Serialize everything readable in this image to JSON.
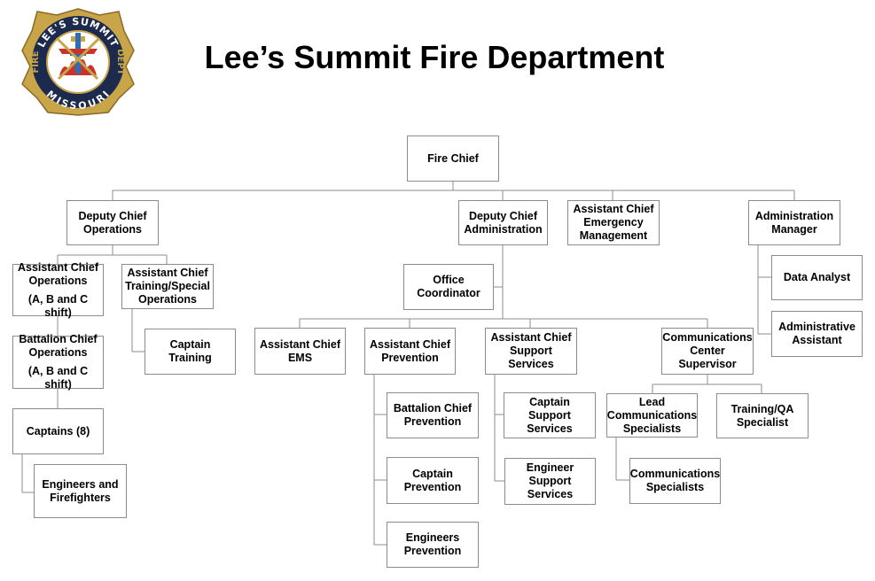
{
  "title": "Lee’s Summit Fire Department",
  "logo": {
    "top_text": "LEE'S SUMMIT",
    "bottom_text": "MISSOURI",
    "left_text": "FIRE",
    "right_text": "DEPT",
    "colors": {
      "navy": "#1c2a4d",
      "gold": "#c9a54a",
      "red": "#c8342b",
      "blue": "#2c6fb7"
    }
  },
  "colors": {
    "line": "#8c8c8c",
    "border": "#8c8c8c"
  },
  "org": {
    "fire_chief": [
      "Fire Chief"
    ],
    "deputy_ops": [
      "Deputy Chief",
      "Operations"
    ],
    "deputy_admin": [
      "Deputy Chief",
      "Administration"
    ],
    "ac_emergency": [
      "Assistant Chief",
      "Emergency",
      "Management"
    ],
    "admin_manager": [
      "Administration",
      "Manager"
    ],
    "ac_ops": {
      "lines": [
        "Assistant Chief",
        "Operations"
      ],
      "sub": "(A, B and C shift)"
    },
    "ac_training": [
      "Assistant Chief",
      "Training/Special",
      "Operations"
    ],
    "bc_ops": {
      "lines": [
        "Battalion Chief",
        "Operations"
      ],
      "sub": "(A, B and C shift)"
    },
    "captain_training": [
      "Captain",
      "Training"
    ],
    "captains": [
      "Captains (8)"
    ],
    "engineers_ff": [
      "Engineers and",
      "Firefighters"
    ],
    "office_coord": [
      "Office",
      "Coordinator"
    ],
    "ac_ems": [
      "Assistant Chief",
      "EMS"
    ],
    "ac_prevention": [
      "Assistant Chief",
      "Prevention"
    ],
    "ac_support": [
      "Assistant Chief",
      "Support Services"
    ],
    "comm_supervisor": [
      "Communications",
      "Center",
      "Supervisor"
    ],
    "data_analyst": [
      "Data Analyst"
    ],
    "admin_assistant": [
      "Administrative",
      "Assistant"
    ],
    "bc_prevention": [
      "Battalion Chief",
      "Prevention"
    ],
    "captain_prevention": [
      "Captain",
      "Prevention"
    ],
    "engineers_prevention": [
      "Engineers",
      "Prevention"
    ],
    "captain_support": [
      "Captain",
      "Support Services"
    ],
    "engineer_support": [
      "Engineer",
      "Support Services"
    ],
    "lead_comm": [
      "Lead",
      "Communications",
      "Specialists"
    ],
    "training_qa": [
      "Training/QA",
      "Specialist"
    ],
    "comm_specialists": [
      "Communications",
      "Specialists"
    ]
  }
}
